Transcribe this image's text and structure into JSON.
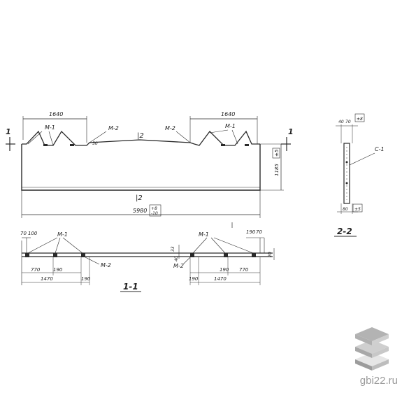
{
  "drawing": {
    "elevation": {
      "dim_top_left": "1640",
      "dim_top_right": "1640",
      "dim_overall": "5980",
      "tol_overall_plus": "+8",
      "tol_overall_minus": "-10",
      "dim_height": "1185",
      "tol_height": "±5",
      "center_mark_top": "|2",
      "center_mark_bottom": "|2",
      "label_m1_left": "M-1",
      "label_m2_left": "M-2",
      "label_m2_right": "M-2",
      "label_m1_right": "M-1",
      "section_1_left": "1",
      "section_1_right": "1",
      "small_dim_left": "50"
    },
    "section_11": {
      "title": "1-1",
      "dim_70_left": "70",
      "dim_100_left": "100",
      "dim_190_right": "190",
      "dim_70_right": "70",
      "dim_770_left": "770",
      "dim_190_a": "190",
      "dim_1470_left": "1470",
      "dim_190_b": "190",
      "dim_190_c": "190",
      "dim_190_d": "190",
      "dim_1470_right": "1470",
      "dim_770_right": "770",
      "label_m1_left": "M-1",
      "label_m2_left": "M-2",
      "label_m1_right": "M-1",
      "label_m2_right": "M-2",
      "dim_vert_a": "33",
      "dim_vert_b": "40",
      "dim_vert_c": "20"
    },
    "section_22": {
      "title": "2-2",
      "dim_top_a": "40",
      "dim_top_b": "70",
      "tol_top": "±8",
      "dim_bottom": "80",
      "tol_bottom": "±5",
      "label_c1": "C-1"
    }
  },
  "branding": {
    "site": "gbi22.ru",
    "logo_colors": [
      "#e6e6e6",
      "#cfcfcf",
      "#b3b3b3"
    ]
  }
}
